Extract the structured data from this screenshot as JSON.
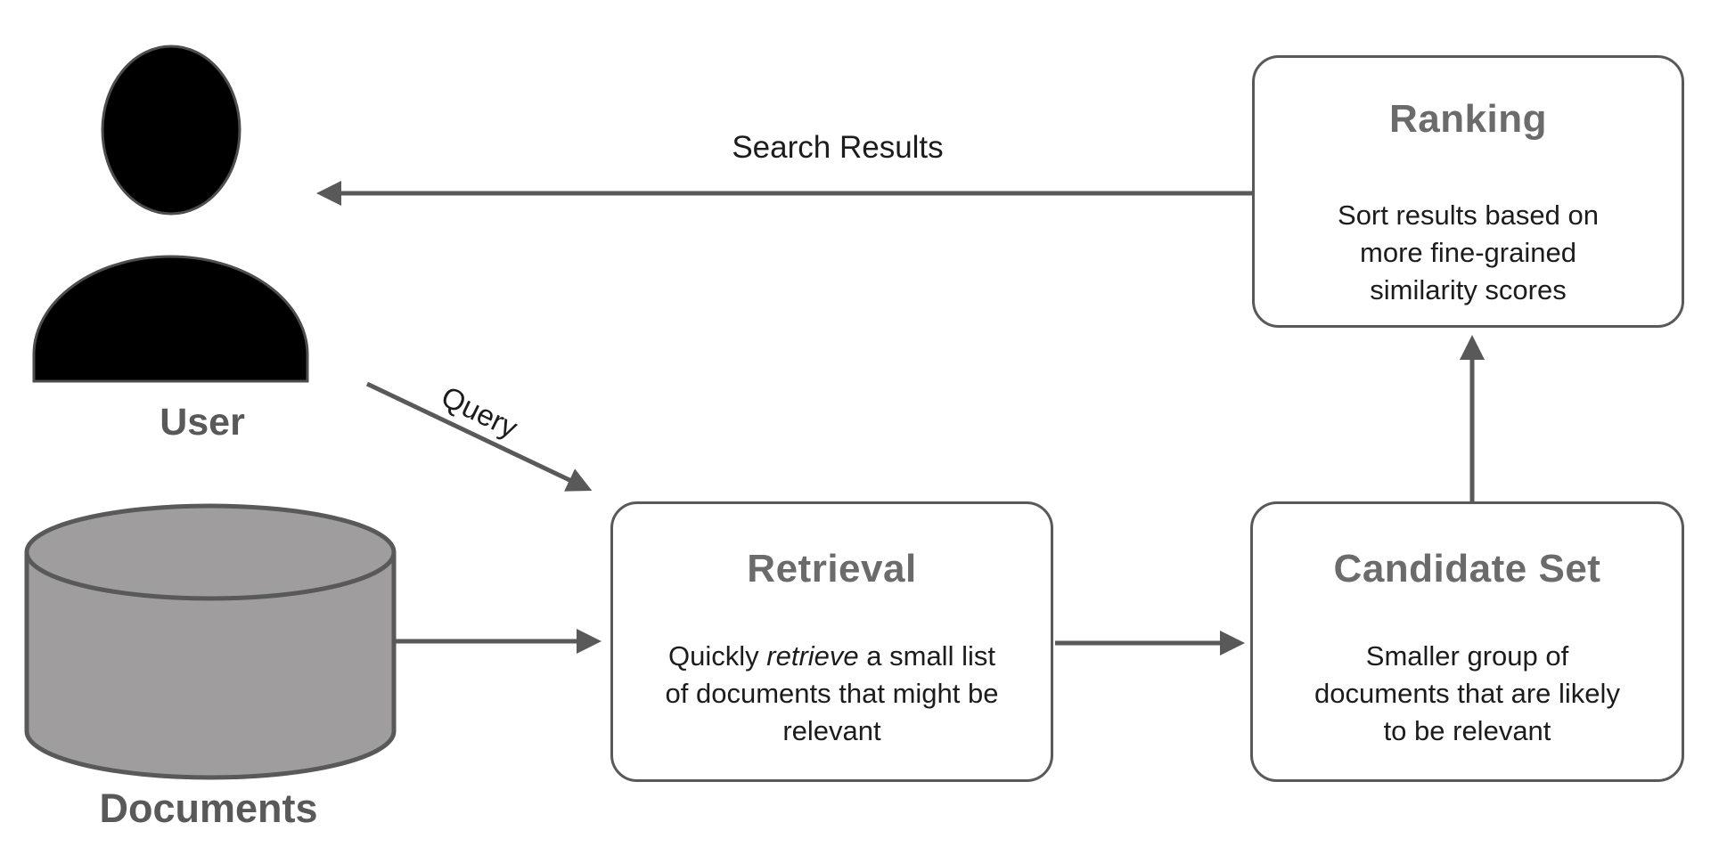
{
  "diagram": {
    "title_semantic": "search-retrieval-ranking-pipeline",
    "actors": {
      "user": {
        "label": "User",
        "icon": "user-icon"
      },
      "documents": {
        "label": "Documents",
        "icon": "database-icon"
      }
    },
    "boxes": {
      "ranking": {
        "title": "Ranking",
        "body": "Sort results based on more fine-grained similarity scores"
      },
      "retrieval": {
        "title": "Retrieval",
        "body_prefix": "Quickly ",
        "body_italic": "retrieve",
        "body_suffix": " a small list of documents that might be relevant"
      },
      "candidate_set": {
        "title": "Candidate Set",
        "body": "Smaller group of documents that are likely to be relevant"
      }
    },
    "arrows": {
      "search_results": {
        "label": "Search Results",
        "from": "Ranking",
        "to": "User"
      },
      "query": {
        "label": "Query",
        "from": "User",
        "to": "Retrieval"
      },
      "documents_to_retrieval": {
        "label": "",
        "from": "Documents",
        "to": "Retrieval"
      },
      "retrieval_to_candidate": {
        "label": "",
        "from": "Retrieval",
        "to": "Candidate Set"
      },
      "candidate_to_ranking": {
        "label": "",
        "from": "Candidate Set",
        "to": "Ranking"
      }
    },
    "colors": {
      "background": "#ffffff",
      "arrow_gray": "#595959",
      "box_border_gray": "#595959",
      "box_title_gray": "#6b6b6b",
      "body_text": "#1c1c1c",
      "label_gray": "#595959",
      "database_fill": "#9f9d9d",
      "user_icon_black": "#000000"
    }
  }
}
